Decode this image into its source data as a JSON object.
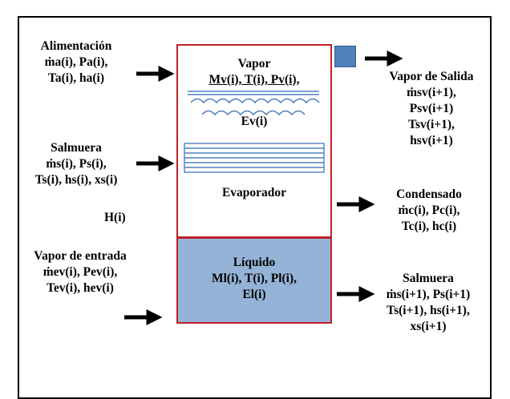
{
  "inputs": {
    "alimentacion": [
      "Alimentación",
      "ṁa(i), Pa(i),",
      "Ta(i), ha(i)"
    ],
    "salmuera_in": [
      "Salmuera",
      "ṁs(i), Ps(i),",
      "Ts(i), hs(i), xs(i)"
    ],
    "h": "H(i)",
    "vapor_entrada": [
      "Vapor de entrada",
      "ṁev(i), Pev(i),",
      "Tev(i), hev(i)"
    ]
  },
  "evaporator": {
    "vapor": [
      "Vapor",
      "Mv(i), T(i), Pv(i),",
      "Ev(i)"
    ],
    "name": "Evaporador",
    "liquid": [
      "Líquido",
      "Ml(i), T(i), Pl(i),",
      "El(i)"
    ]
  },
  "outputs": {
    "vapor_salida": [
      "Vapor de Salida",
      "ṁsv(i+1),",
      "Psv(i+1)",
      "Tsv(i+1),",
      "hsv(i+1)"
    ],
    "condensado": [
      "Condensado",
      "ṁc(i), Pc(i),",
      "Tc(i), hc(i)"
    ],
    "salmuera_out": [
      "Salmuera",
      "ṁs(i+1), Ps(i+1)",
      "Ts(i+1), hs(i+1),",
      "xs(i+1)"
    ]
  },
  "colors": {
    "vessel_border": "#c0202a",
    "liquid_fill": "#95b3d7",
    "outlet_fill": "#4f81bd",
    "wave_stroke": "#4f81bd"
  }
}
